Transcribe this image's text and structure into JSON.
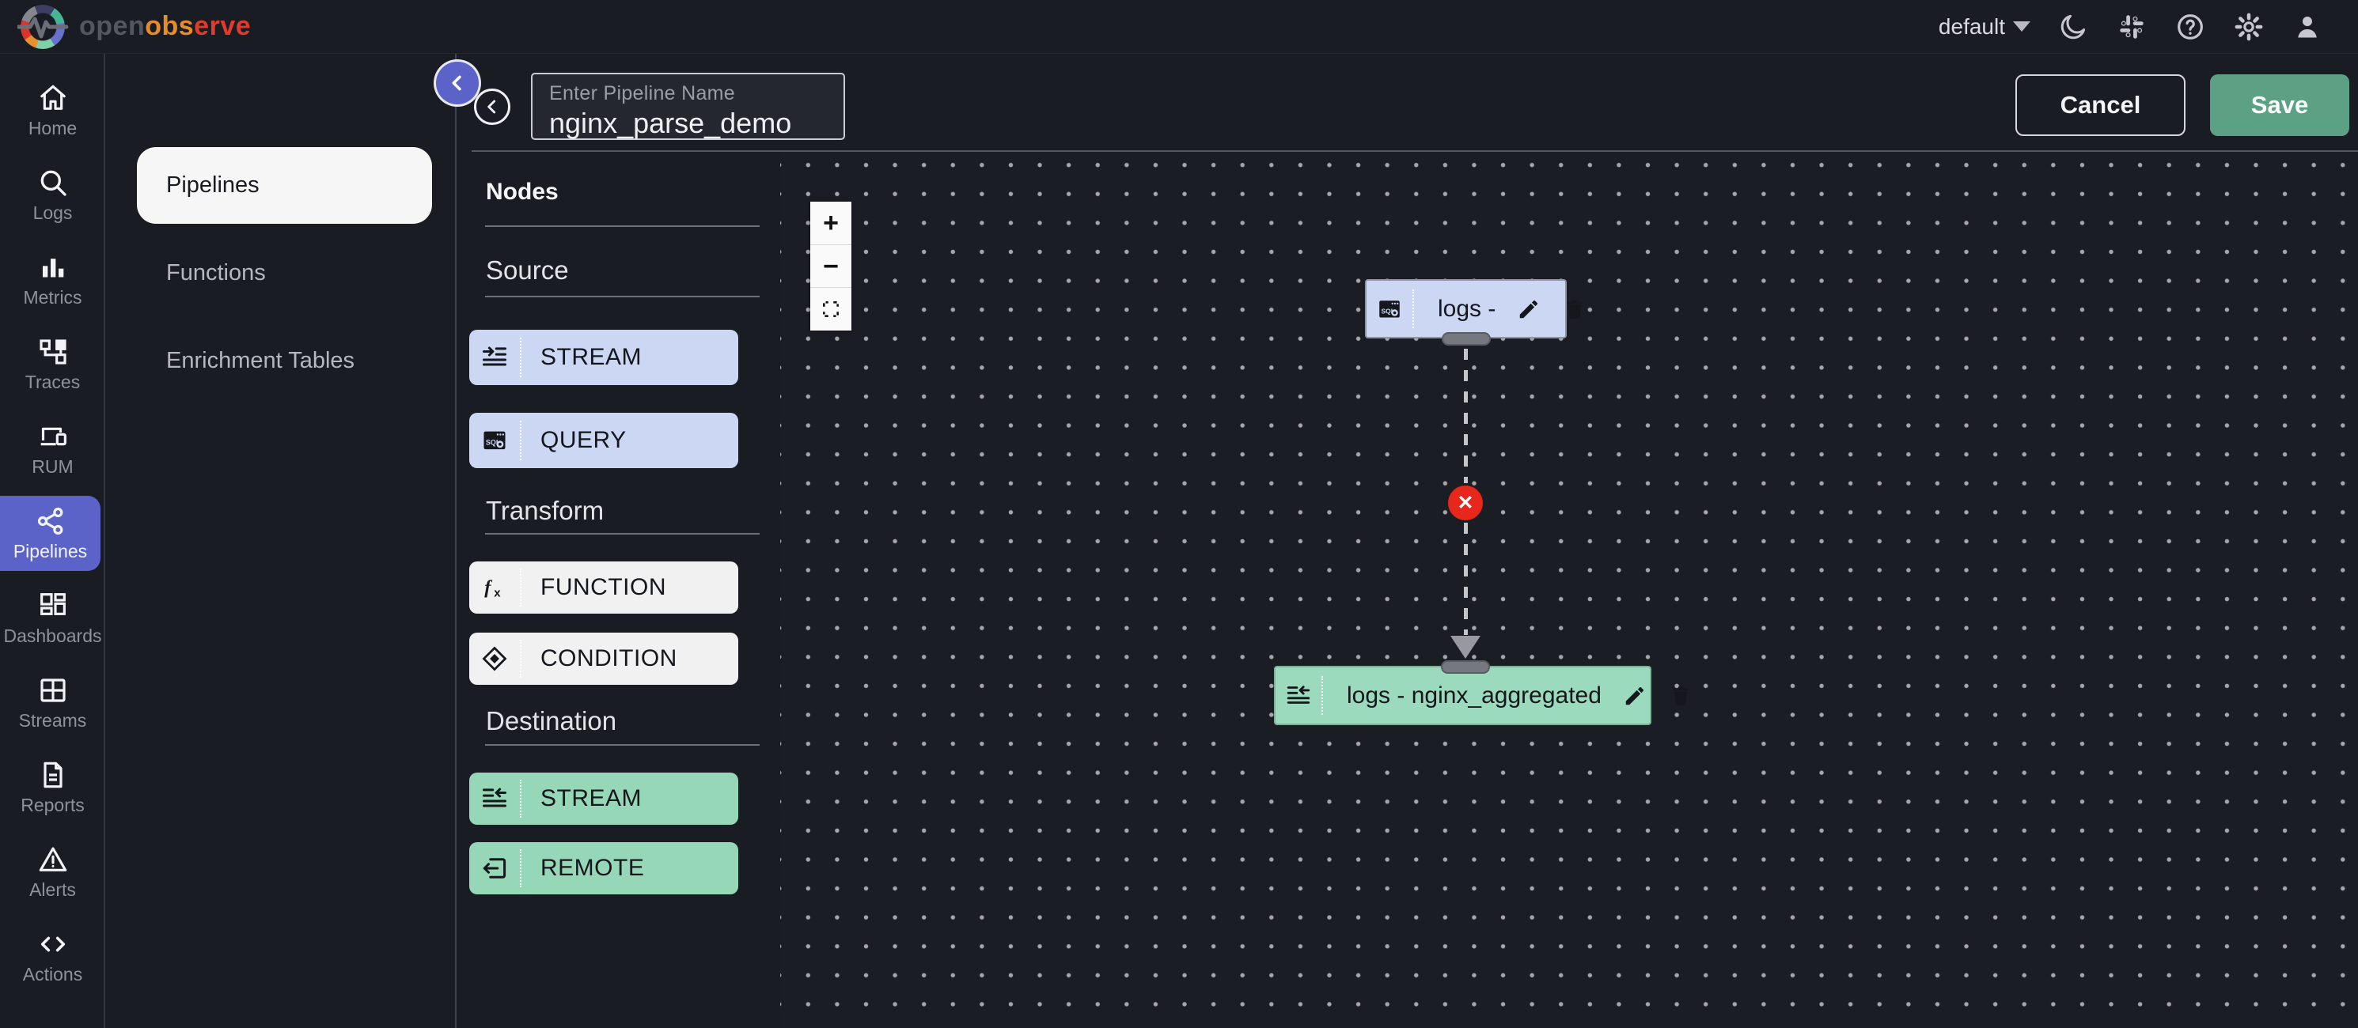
{
  "topbar": {
    "logo": {
      "open": "open",
      "obs": "obs",
      "erve": "erve"
    },
    "org_selector": "default",
    "icons": [
      "moon",
      "slack",
      "help",
      "gear",
      "person"
    ]
  },
  "sidebar": {
    "items": [
      {
        "label": "Home",
        "icon": "home"
      },
      {
        "label": "Logs",
        "icon": "search"
      },
      {
        "label": "Metrics",
        "icon": "bar-chart"
      },
      {
        "label": "Traces",
        "icon": "workflow"
      },
      {
        "label": "RUM",
        "icon": "devices"
      },
      {
        "label": "Pipelines",
        "icon": "share-nodes",
        "active": true
      },
      {
        "label": "Dashboards",
        "icon": "dashboard-grid"
      },
      {
        "label": "Streams",
        "icon": "window-grid"
      },
      {
        "label": "Reports",
        "icon": "document"
      },
      {
        "label": "Alerts",
        "icon": "warning-triangle"
      },
      {
        "label": "Actions",
        "icon": "code-brackets"
      },
      {
        "label": "",
        "icon": "funnel"
      }
    ]
  },
  "list_panel": {
    "items": [
      {
        "label": "Pipelines",
        "active": true
      },
      {
        "label": "Functions",
        "active": false
      },
      {
        "label": "Enrichment Tables",
        "active": false
      }
    ]
  },
  "toolbar": {
    "pipeline_name_label": "Enter Pipeline Name",
    "pipeline_name_value": "nginx_parse_demo",
    "cancel_label": "Cancel",
    "save_label": "Save"
  },
  "nodes_panel": {
    "title": "Nodes",
    "sections": [
      {
        "title": "Source",
        "buttons": [
          {
            "label": "STREAM",
            "icon": "stream-in",
            "color": "#ccd7f4"
          },
          {
            "label": "QUERY",
            "icon": "sql-window",
            "color": "#ccd7f4"
          }
        ]
      },
      {
        "title": "Transform",
        "buttons": [
          {
            "label": "FUNCTION",
            "icon": "function-fx",
            "color": "#f1f1f1"
          },
          {
            "label": "CONDITION",
            "icon": "condition-diamond",
            "color": "#f1f1f1"
          }
        ]
      },
      {
        "title": "Destination",
        "buttons": [
          {
            "label": "STREAM",
            "icon": "stream-out",
            "color": "#96d7b7"
          },
          {
            "label": "REMOTE",
            "icon": "remote-exit",
            "color": "#96d7b7"
          }
        ]
      }
    ]
  },
  "canvas": {
    "zoom_controls": [
      "zoom-in",
      "zoom-out",
      "fit-view"
    ],
    "nodes": [
      {
        "label": "logs -",
        "kind": "query-source",
        "color": "#ccd7f4",
        "actions": [
          "edit",
          "delete"
        ]
      },
      {
        "label": "logs - nginx_aggregated",
        "kind": "stream-destination",
        "color": "#9cdabd",
        "actions": [
          "edit",
          "delete"
        ]
      }
    ],
    "edge": {
      "style": "dashed",
      "control": "delete",
      "control_color": "#e8271c"
    }
  },
  "colors": {
    "background": "#1a1c23",
    "accent_purple": "#5b63c9",
    "save_green": "#5ca183",
    "node_blue": "#ccd7f4",
    "node_green": "#9cdabd",
    "transform_white": "#f1f1f1",
    "delete_red": "#e8271c"
  }
}
